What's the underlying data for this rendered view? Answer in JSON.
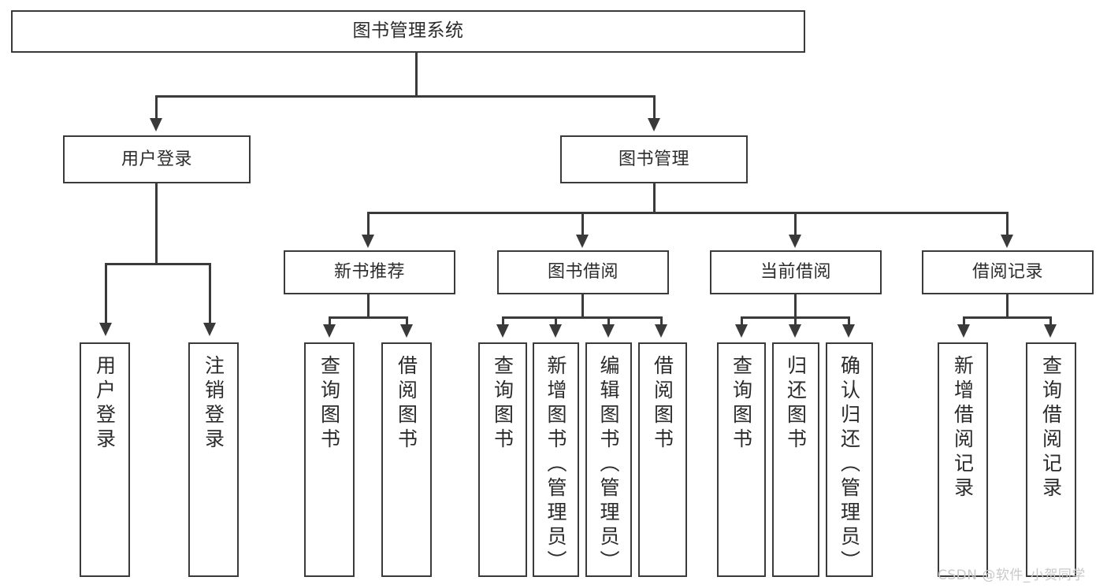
{
  "diagram": {
    "title": "图书管理系统",
    "type": "tree",
    "root": {
      "label": "图书管理系统"
    },
    "level2": [
      {
        "label": "用户登录"
      },
      {
        "label": "图书管理"
      }
    ],
    "level3": [
      {
        "label": "新书推荐"
      },
      {
        "label": "图书借阅"
      },
      {
        "label": "当前借阅"
      },
      {
        "label": "借阅记录"
      }
    ],
    "leaves": {
      "user_login": [
        {
          "label": "用户登录"
        },
        {
          "label": "注销登录"
        }
      ],
      "new_book_recommend": [
        {
          "label": "查询图书"
        },
        {
          "label": "借阅图书"
        }
      ],
      "book_borrow": [
        {
          "label": "查询图书"
        },
        {
          "label": "新增图书（管理员）"
        },
        {
          "label": "编辑图书（管理员）"
        },
        {
          "label": "借阅图书"
        }
      ],
      "current_borrow": [
        {
          "label": "查询图书"
        },
        {
          "label": "归还图书"
        },
        {
          "label": "确认归还（管理员）"
        }
      ],
      "borrow_record": [
        {
          "label": "新增借阅记录"
        },
        {
          "label": "查询借阅记录"
        }
      ]
    }
  },
  "watermark": {
    "text": "CSDN @软件_小贺同学"
  },
  "colors": {
    "stroke": "#3a3a3a",
    "text": "#2b2b2b",
    "background": "#ffffff",
    "watermark": "#c9c9c9"
  }
}
